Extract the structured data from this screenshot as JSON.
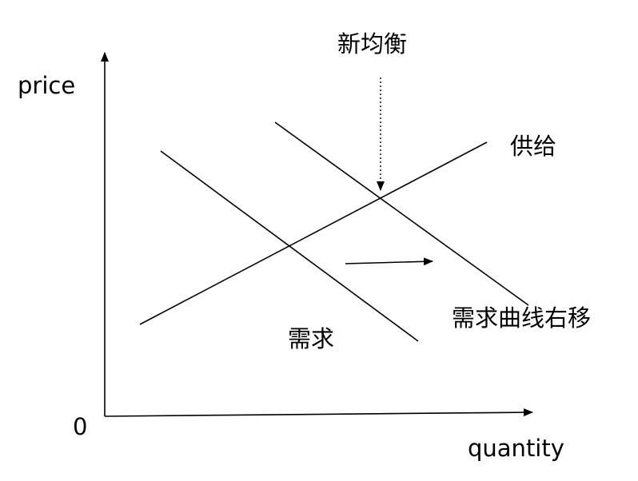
{
  "diagram": {
    "y_axis_label": "price",
    "x_axis_label": "quantity",
    "origin_label": "0",
    "supply_label": "供给",
    "demand_label": "需求",
    "demand_shift_label": "需求曲线右移",
    "new_equilibrium_label": "新均衡"
  }
}
